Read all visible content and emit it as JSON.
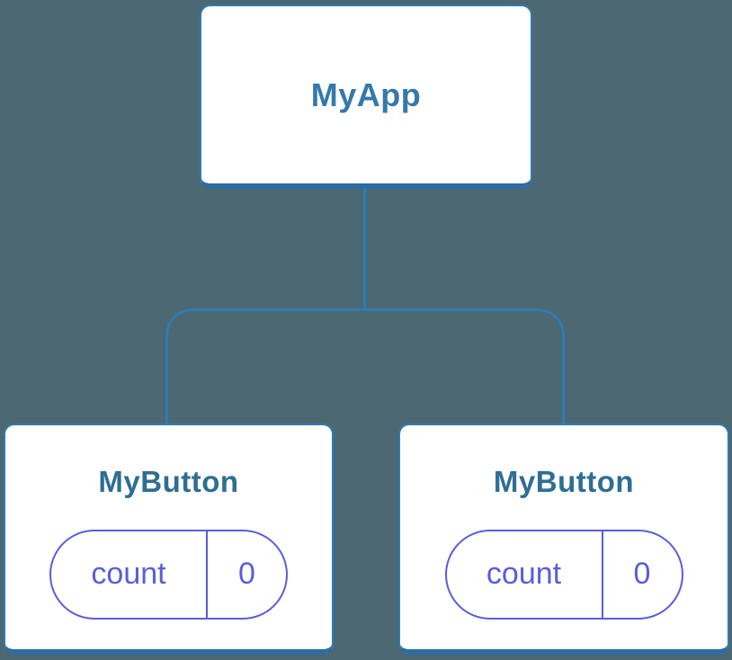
{
  "diagram": {
    "root": {
      "label": "MyApp"
    },
    "children": [
      {
        "label": "MyButton",
        "state": {
          "key": "count",
          "value": "0"
        }
      },
      {
        "label": "MyButton",
        "state": {
          "key": "count",
          "value": "0"
        }
      }
    ]
  },
  "colors": {
    "background": "#4C6873",
    "connector_blue": "#2E7CB5",
    "card_bottom_edge_blue": "#2D6DA1",
    "root_label_blue": "#3579AB",
    "child_label_blue": "#2F6E94",
    "state_pill_indigo": "#5A5ED9",
    "card_fill": "#FFFFFF"
  }
}
